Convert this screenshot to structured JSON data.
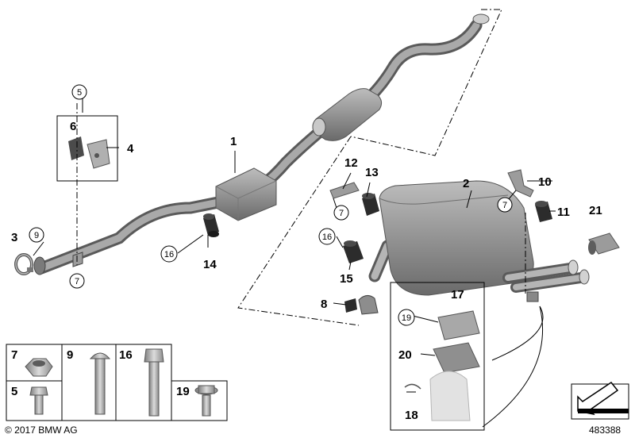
{
  "callouts": {
    "c1": "1",
    "c2": "2",
    "c3": "3",
    "c4": "4",
    "c5": "5",
    "c6": "6",
    "c7a": "7",
    "c7b": "7",
    "c7c": "7",
    "c8": "8",
    "c9": "9",
    "c10": "10",
    "c11": "11",
    "c12": "12",
    "c13": "13",
    "c14": "14",
    "c15": "15",
    "c16a": "16",
    "c16b": "16",
    "c17": "17",
    "c18": "18",
    "c19": "19",
    "c20": "20",
    "c21": "21"
  },
  "fasteners": {
    "f7": "7",
    "f5": "5",
    "f9": "9",
    "f16": "16",
    "f19": "19"
  },
  "footer": {
    "copyright": "© 2017 BMW AG",
    "diagram_number": "483388"
  },
  "colors": {
    "pipe": "#8e8e8e",
    "pipe_dark": "#5f5f5f",
    "muffler": "#9a9a9a",
    "rubber": "#2c2c2c",
    "detail_light": "#d9d9d9"
  }
}
